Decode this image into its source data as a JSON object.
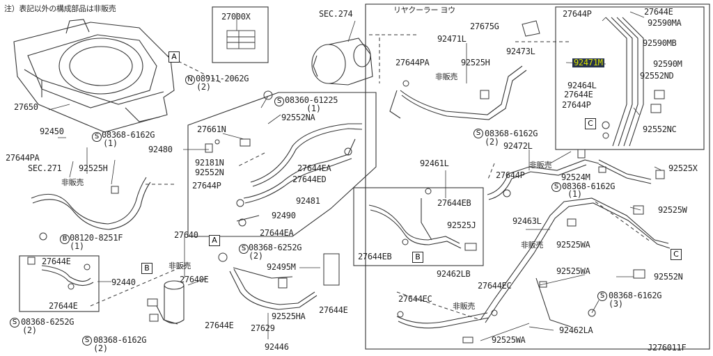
{
  "note": "注）表記以外の構成部品は非販売",
  "rear_cooler_title": "リヤクーラー ヨウ",
  "figure_id": "J276011F",
  "sec274": "SEC.274",
  "sec271": "SEC.271",
  "part_27000X": "27000X",
  "non_sale": "非販売",
  "callouts": {
    "A": "A",
    "B": "B",
    "C": "C",
    "N": "N",
    "S": "S"
  },
  "labels": {
    "p27650": "27650",
    "p08911": "08911-2062G",
    "p08911q": "(2)",
    "p08360": "08360-61225",
    "p08360q": "(1)",
    "p92552NA": "92552NA",
    "p27661N": "27661N",
    "p92480": "92480",
    "p92181N": "92181N",
    "p92552N_a": "92552N",
    "p27644EA_a": "27644EA",
    "p27644ED": "27644ED",
    "p27644P_a": "27644P",
    "p92481": "92481",
    "p92490": "92490",
    "p27644EA_b": "27644EA",
    "p92450": "92450",
    "p08368_a": "08368-6162G",
    "p08368_aq": "(1)",
    "p27644PA_a": "27644PA",
    "p92525H_a": "92525H",
    "p08120": "08120-8251F",
    "p08120q": "(1)",
    "p27640": "27640",
    "p08368_6252_a": "08368-6252G",
    "p08368_6252_aq": "(2)",
    "p92495M": "92495M",
    "p27640E": "27640E",
    "p27644E_a": "27644E",
    "p92440": "92440",
    "p27644E_b": "27644E",
    "p08368_6252_b": "08368-6252G",
    "p08368_6252_bq": "(2)",
    "p08368_b": "08368-6162G",
    "p08368_bq": "(2)",
    "p92525HA": "92525HA",
    "p27644E_c": "27644E",
    "p27644E_d": "27644E",
    "p27629": "27629",
    "p92446": "92446",
    "p27675G": "27675G",
    "p92471L": "92471L",
    "p27644PA_b": "27644PA",
    "p92525H_b": "92525H",
    "p92473L": "92473L",
    "p27644P_b": "27644P",
    "p27644E_e": "27644E",
    "p92590MA": "92590MA",
    "p92590MB": "92590MB",
    "p92471M": "92471M",
    "p92590M": "92590M",
    "p92552ND": "92552ND",
    "p92464L": "92464L",
    "p27644E_f": "27644E",
    "p27644P_c": "27644P",
    "p92552NC": "92552NC",
    "p08368_c": "08368-6162G",
    "p08368_cq": "(2)",
    "p92472L": "92472L",
    "p92461L": "92461L",
    "p27644P_d": "27644P",
    "p92524M": "92524M",
    "p92525X": "92525X",
    "p08368_d": "08368-6162G",
    "p08368_dq": "(1)",
    "p27644EB_a": "27644EB",
    "p92525J": "92525J",
    "p27644EB_b": "27644EB",
    "p92463L": "92463L",
    "p92525W": "92525W",
    "p92525WA_a": "92525WA",
    "p92525WA_b": "92525WA",
    "p92462LB": "92462LB",
    "p27644EC_a": "27644EC",
    "p27644EC_b": "27644EC",
    "p92552N_b": "92552N",
    "p08368_e": "08368-6162G",
    "p08368_eq": "(3)",
    "p92525WA_c": "92525WA",
    "p92462LA": "92462LA"
  }
}
